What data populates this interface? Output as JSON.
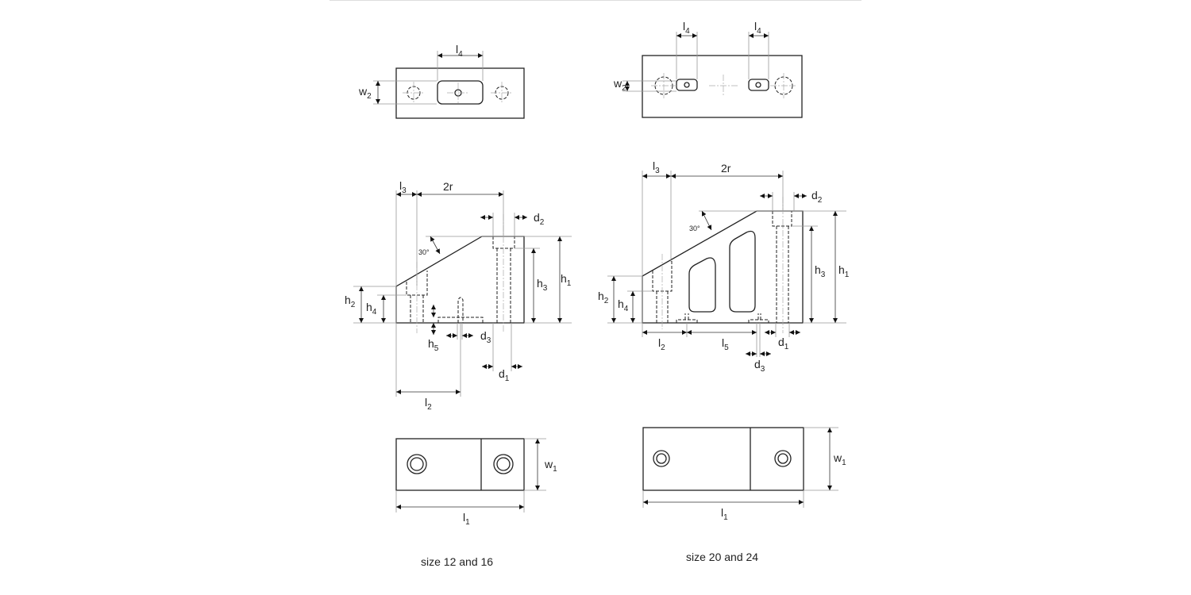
{
  "labels": {
    "l1": {
      "m": "l",
      "s": "1"
    },
    "l2": {
      "m": "l",
      "s": "2"
    },
    "l3": {
      "m": "l",
      "s": "3"
    },
    "l4": {
      "m": "l",
      "s": "4"
    },
    "l5": {
      "m": "l",
      "s": "5"
    },
    "h1": {
      "m": "h",
      "s": "1"
    },
    "h2": {
      "m": "h",
      "s": "2"
    },
    "h3": {
      "m": "h",
      "s": "3"
    },
    "h4": {
      "m": "h",
      "s": "4"
    },
    "h5": {
      "m": "h",
      "s": "5"
    },
    "d1": {
      "m": "d",
      "s": "1"
    },
    "d2": {
      "m": "d",
      "s": "2"
    },
    "d3": {
      "m": "d",
      "s": "3"
    },
    "w1": {
      "m": "w",
      "s": "1"
    },
    "w2": {
      "m": "w",
      "s": "2"
    },
    "r2": "2r",
    "angle": "30°"
  },
  "captions": {
    "left": "size 12 and 16",
    "right": "size 20 and 24"
  }
}
